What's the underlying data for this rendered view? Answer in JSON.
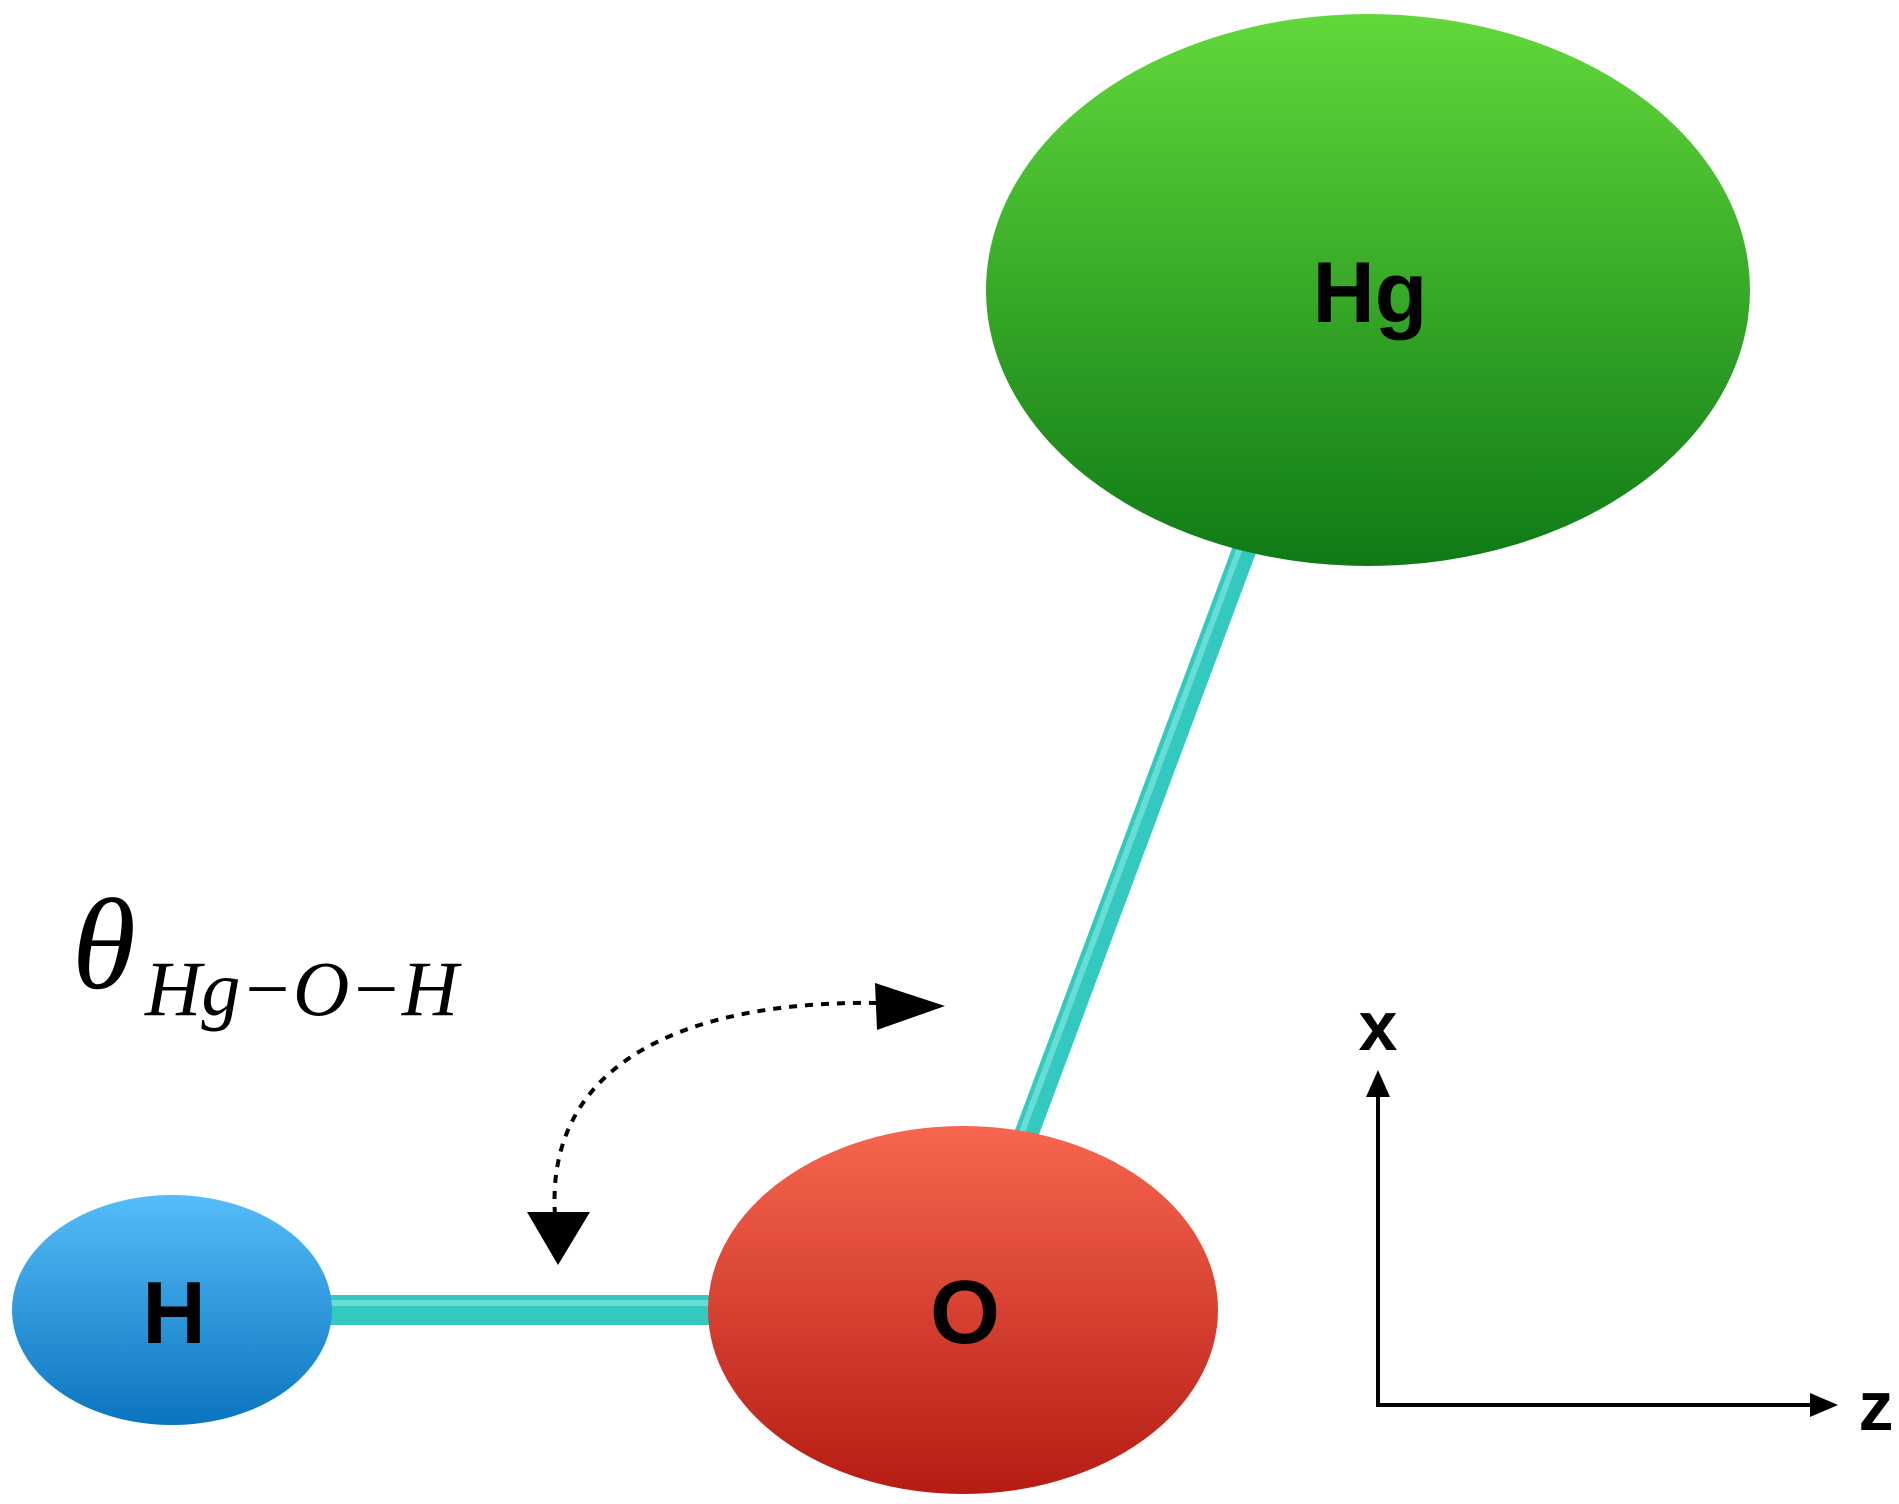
{
  "atoms": {
    "hg": {
      "label": "Hg",
      "color_light": "#62d83a",
      "color_dark": "#0f7a16"
    },
    "o": {
      "label": "O",
      "color_light": "#f7664e",
      "color_dark": "#b51c14"
    },
    "h": {
      "label": "H",
      "color_light": "#55bdf8",
      "color_dark": "#0b74bf"
    }
  },
  "bond_color": "#33c9bf",
  "angle_label": {
    "symbol": "θ",
    "subscript": "Hg−O−H"
  },
  "axes": {
    "vertical_label": "x",
    "horizontal_label": "z"
  }
}
